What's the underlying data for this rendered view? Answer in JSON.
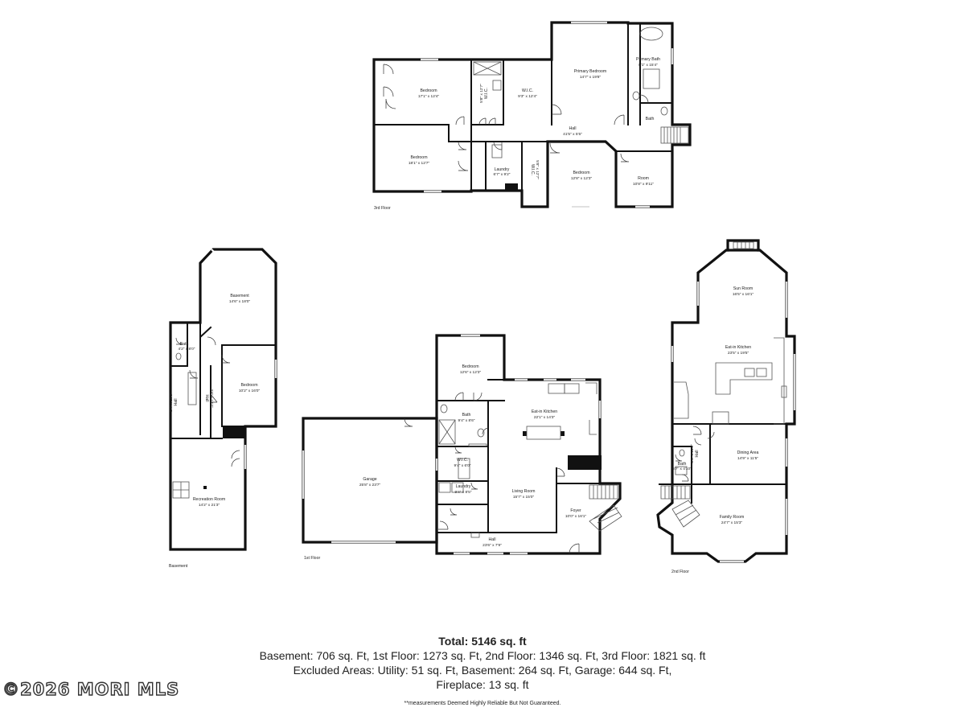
{
  "floors": {
    "third": {
      "label": "3rd Floor",
      "rooms": [
        {
          "name": "Bedroom",
          "dims": "17'1\" x 12'4\""
        },
        {
          "name": "W.I.C.",
          "dims": "9'3\" x 12'4\""
        },
        {
          "name": "Primary Bedroom",
          "dims": "14'7\" x 19'8\""
        },
        {
          "name": "Primary Bath",
          "dims": "8'1\" x 15'4\""
        },
        {
          "name": "Bath",
          "dims": ""
        },
        {
          "name": "Hall",
          "dims": "41'5\" x 5'5\""
        },
        {
          "name": "Bedroom",
          "dims": "18'1\" x 12'7\""
        },
        {
          "name": "Laundry",
          "dims": "6'7\" x 9'2\""
        },
        {
          "name": "Bedroom",
          "dims": "12'8\" x 12'3\""
        },
        {
          "name": "Room",
          "dims": "10'8\" x 9'11\""
        },
        {
          "name": "W.I.C.",
          "dims": "5'8\" x 12'7\""
        },
        {
          "name": "W.I.C.",
          "dims": "5'8\" x 12'7\""
        }
      ]
    },
    "basement": {
      "label": "Basement",
      "rooms": [
        {
          "name": "Basement",
          "dims": "14'6\" x 18'0\""
        },
        {
          "name": "Bath",
          "dims": "4'2\" x 8'0\""
        },
        {
          "name": "Bedroom",
          "dims": "10'2\" x 16'0\""
        },
        {
          "name": "Recreation Room",
          "dims": "14'2\" x 21'3\""
        },
        {
          "name": "Hall",
          "dims": "5'4\" x 16'0\""
        },
        {
          "name": "Hall",
          "dims": "3'4\" x 12'7\""
        }
      ]
    },
    "first": {
      "label": "1st Floor",
      "rooms": [
        {
          "name": "Garage",
          "dims": "25'8\" x 23'7\""
        },
        {
          "name": "Bedroom",
          "dims": "12'6\" x 12'3\""
        },
        {
          "name": "Bath",
          "dims": "9'4\" x 8'6\""
        },
        {
          "name": "Eat-in Kitchen",
          "dims": "22'1\" x 14'3\""
        },
        {
          "name": "W.I.C.",
          "dims": "9'4\" x 6'0\""
        },
        {
          "name": "Laundry",
          "dims": "9'4\" x 8'5\""
        },
        {
          "name": "Living Room",
          "dims": "15'7\" x 15'0\""
        },
        {
          "name": "Foyer",
          "dims": "10'0\" x 16'1\""
        },
        {
          "name": "Hall",
          "dims": "23'6\" x 7'9\""
        }
      ]
    },
    "second": {
      "label": "2nd Floor",
      "rooms": [
        {
          "name": "Sun Room",
          "dims": "16'5\" x 16'1\""
        },
        {
          "name": "Eat-in Kitchen",
          "dims": "23'5\" x 19'5\""
        },
        {
          "name": "Dining Area",
          "dims": "14'9\" x 11'5\""
        },
        {
          "name": "Bath",
          "dims": "5'7\" x 4'10\""
        },
        {
          "name": "Family Room",
          "dims": "24'7\" x 15'3\""
        },
        {
          "name": "Hall",
          "dims": "3'5\" x 11'5\""
        }
      ]
    }
  },
  "summary": {
    "total": "Total: 5146 sq. ft",
    "line1": "Basement: 706 sq. Ft, 1st Floor: 1273 sq. Ft, 2nd Floor: 1346 sq. Ft, 3rd Floor: 1821 sq. ft",
    "line2": "Excluded Areas: Utility: 51 sq. Ft, Basement: 264 sq. Ft, Garage: 644 sq. Ft,",
    "line3": "Fireplace: 13 sq. ft",
    "disclaimer": "**measurements Deemed Highly Reliable But Not Guaranteed."
  },
  "watermark": "©2026 MORI MLS"
}
